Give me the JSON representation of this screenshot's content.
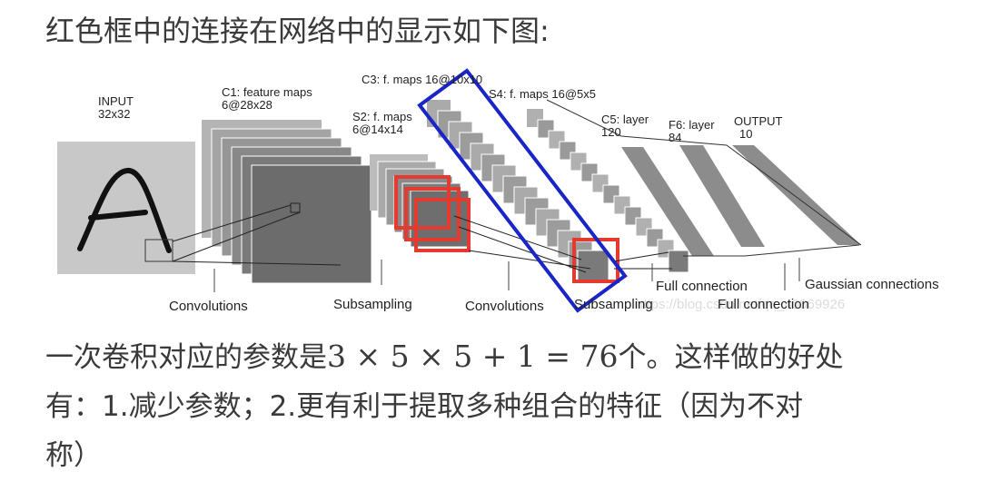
{
  "heading": "红色框中的连接在网络中的显示如下图:",
  "diagram": {
    "labels": {
      "input": "INPUT",
      "input_size": "32x32",
      "c1": "C1: feature maps",
      "c1_size": "6@28x28",
      "s2": "S2: f. maps",
      "s2_size": "6@14x14",
      "c3": "C3: f. maps 16@10x10",
      "s4": "S4: f. maps 16@5x5",
      "c5": "C5: layer",
      "c5_size": "120",
      "f6": "F6: layer",
      "f6_size": "84",
      "output": "OUTPUT",
      "output_size": "10"
    },
    "operations": {
      "conv1": "Convolutions",
      "sub1": "Subsampling",
      "conv2": "Convolutions",
      "sub2": "Subsampling",
      "full1": "Full connection",
      "full2": "Full connection",
      "gauss": "Gaussian connections"
    },
    "watermark": "https://blog.csdn.net/qq_40369926",
    "colors": {
      "highlight_red": "#e53a2f",
      "highlight_blue": "#1a25c8",
      "map_gray": "#8c8c8c"
    }
  },
  "paragraph": {
    "line1_text": "一次卷积对应的参数是",
    "formula": "3 × 5 × 5 + 1 = 76",
    "line1_tail": "个。这样做的好处",
    "line2": "有：1.减少参数；2.更有利于提取多种组合的特征（因为不对",
    "line3": "称）"
  }
}
